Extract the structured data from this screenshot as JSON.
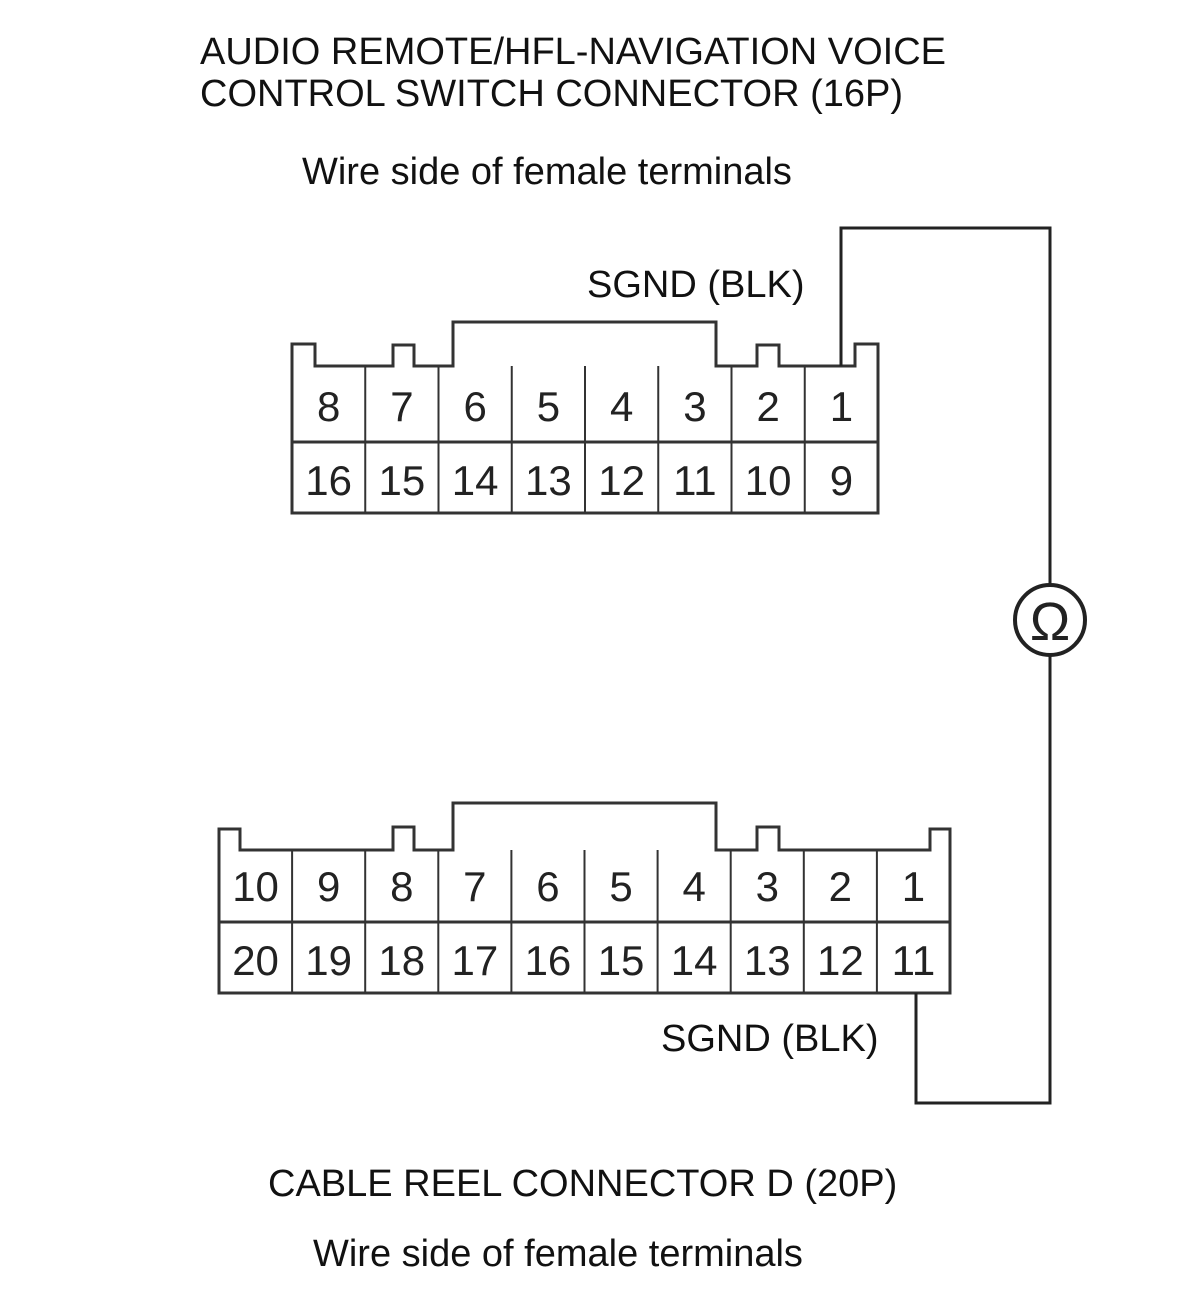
{
  "top_connector": {
    "title_line1": "AUDIO REMOTE/HFL-NAVIGATION VOICE",
    "title_line2": "CONTROL SWITCH CONNECTOR (16P)",
    "subtitle": "Wire side of female terminals",
    "terminal_label": "SGND (BLK)",
    "pins_row1": [
      "8",
      "7",
      "6",
      "5",
      "4",
      "3",
      "2",
      "1"
    ],
    "pins_row2": [
      "16",
      "15",
      "14",
      "13",
      "12",
      "11",
      "10",
      "9"
    ]
  },
  "bottom_connector": {
    "title": "CABLE REEL CONNECTOR D (20P)",
    "subtitle": "Wire side of female terminals",
    "terminal_label": "SGND (BLK)",
    "pins_row1": [
      "10",
      "9",
      "8",
      "7",
      "6",
      "5",
      "4",
      "3",
      "2",
      "1"
    ],
    "pins_row2": [
      "20",
      "19",
      "18",
      "17",
      "16",
      "15",
      "14",
      "13",
      "12",
      "11"
    ]
  },
  "meter": {
    "symbol": "Ω"
  }
}
